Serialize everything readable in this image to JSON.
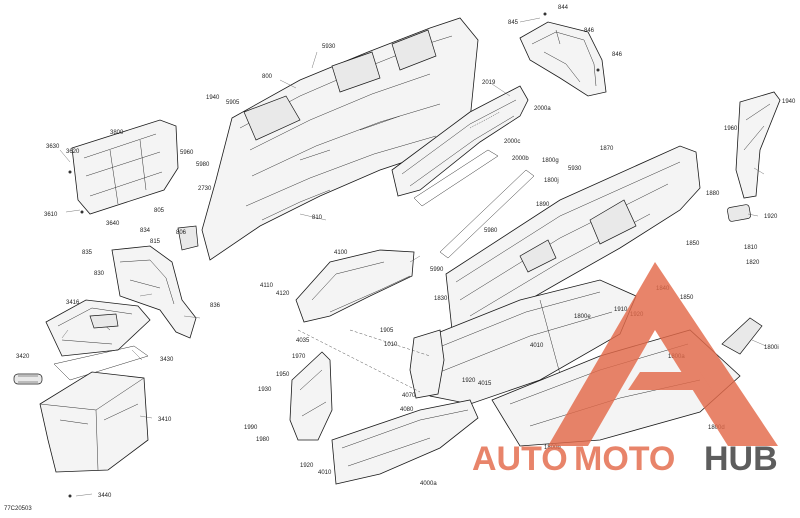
{
  "diagram_code": "77C20503",
  "watermark": {
    "auto": "AUTO",
    "moto": "MOTO",
    "hub": "HUB",
    "brand_color": "#e36a4a",
    "dark_color": "#3a3a3a"
  },
  "callouts": [
    {
      "id": "845",
      "t": "845"
    },
    {
      "id": "844",
      "t": "844"
    },
    {
      "id": "846a",
      "t": "846"
    },
    {
      "id": "846b",
      "t": "846"
    },
    {
      "id": "5930",
      "t": "5930"
    },
    {
      "id": "800",
      "t": "800"
    },
    {
      "id": "2019",
      "t": "2019"
    },
    {
      "id": "2000a",
      "t": "2000a"
    },
    {
      "id": "1940a",
      "t": "1940"
    },
    {
      "id": "1940b",
      "t": "1940"
    },
    {
      "id": "5905",
      "t": "5905"
    },
    {
      "id": "3800",
      "t": "3800"
    },
    {
      "id": "1960",
      "t": "1960"
    },
    {
      "id": "3630",
      "t": "3630"
    },
    {
      "id": "3620",
      "t": "3620"
    },
    {
      "id": "5960",
      "t": "5960"
    },
    {
      "id": "2000c",
      "t": "2000c"
    },
    {
      "id": "2000b",
      "t": "2000b"
    },
    {
      "id": "1800g",
      "t": "1800g"
    },
    {
      "id": "1870",
      "t": "1870"
    },
    {
      "id": "5980a",
      "t": "5980"
    },
    {
      "id": "1800j",
      "t": "1800j"
    },
    {
      "id": "5930b",
      "t": "5930"
    },
    {
      "id": "2730",
      "t": "2730"
    },
    {
      "id": "1890",
      "t": "1890"
    },
    {
      "id": "1880",
      "t": "1880"
    },
    {
      "id": "3610",
      "t": "3610"
    },
    {
      "id": "805",
      "t": "805"
    },
    {
      "id": "3640",
      "t": "3640"
    },
    {
      "id": "810",
      "t": "810"
    },
    {
      "id": "806",
      "t": "806"
    },
    {
      "id": "1920",
      "t": "1920"
    },
    {
      "id": "834",
      "t": "834"
    },
    {
      "id": "835",
      "t": "835"
    },
    {
      "id": "815",
      "t": "815"
    },
    {
      "id": "5980b",
      "t": "5980"
    },
    {
      "id": "1850a",
      "t": "1850"
    },
    {
      "id": "1810",
      "t": "1810"
    },
    {
      "id": "830",
      "t": "830"
    },
    {
      "id": "4100",
      "t": "4100"
    },
    {
      "id": "5990",
      "t": "5990"
    },
    {
      "id": "1820",
      "t": "1820"
    },
    {
      "id": "4110",
      "t": "4110"
    },
    {
      "id": "4120",
      "t": "4120"
    },
    {
      "id": "1830",
      "t": "1830"
    },
    {
      "id": "1840",
      "t": "1840"
    },
    {
      "id": "1850b",
      "t": "1850"
    },
    {
      "id": "836",
      "t": "836"
    },
    {
      "id": "3416",
      "t": "3416"
    },
    {
      "id": "1910",
      "t": "1910"
    },
    {
      "id": "1920b",
      "t": "1920"
    },
    {
      "id": "1800e",
      "t": "1800e"
    },
    {
      "id": "1905",
      "t": "1905"
    },
    {
      "id": "4035",
      "t": "4035"
    },
    {
      "id": "1800i",
      "t": "1800i"
    },
    {
      "id": "1010",
      "t": "1010"
    },
    {
      "id": "4010",
      "t": "4010"
    },
    {
      "id": "1800a",
      "t": "1800a"
    },
    {
      "id": "3420",
      "t": "3420"
    },
    {
      "id": "3430",
      "t": "3430"
    },
    {
      "id": "1970",
      "t": "1970"
    },
    {
      "id": "1950",
      "t": "1950"
    },
    {
      "id": "1920c",
      "t": "1920"
    },
    {
      "id": "4015",
      "t": "4015"
    },
    {
      "id": "1930",
      "t": "1930"
    },
    {
      "id": "4070",
      "t": "4070"
    },
    {
      "id": "3410",
      "t": "3410"
    },
    {
      "id": "4080",
      "t": "4080"
    },
    {
      "id": "1990",
      "t": "1990"
    },
    {
      "id": "1980",
      "t": "1980"
    },
    {
      "id": "1800b",
      "t": "1800b"
    },
    {
      "id": "1800d",
      "t": "1800d"
    },
    {
      "id": "1920d",
      "t": "1920"
    },
    {
      "id": "4010b",
      "t": "4010"
    },
    {
      "id": "4000a",
      "t": "4000a"
    },
    {
      "id": "3440",
      "t": "3440"
    }
  ]
}
